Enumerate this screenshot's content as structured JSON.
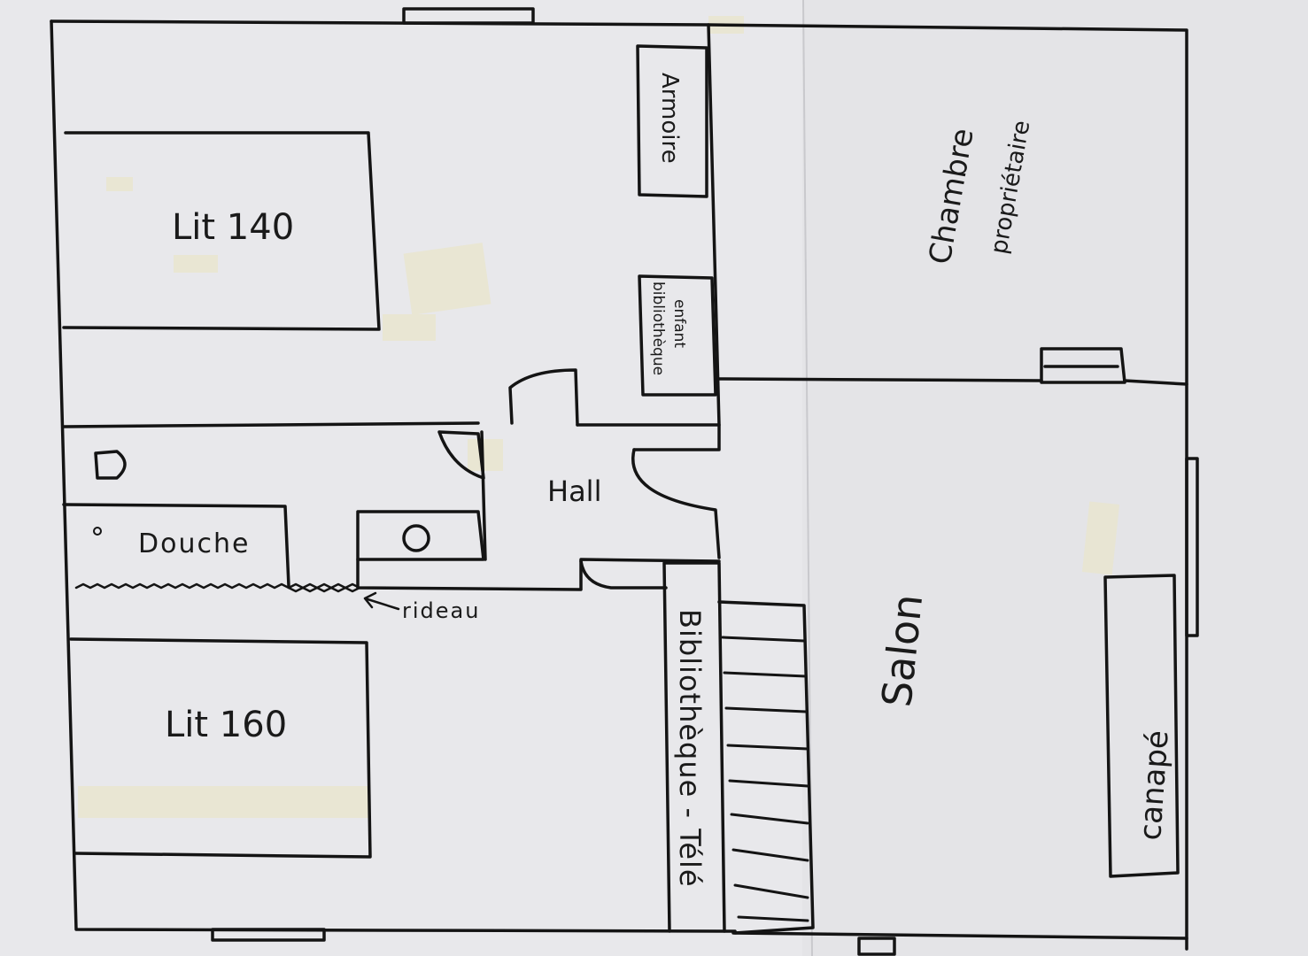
{
  "rooms": {
    "bed140": "Lit 140",
    "bed160": "Lit 160",
    "wardrobe": "Armoire",
    "kids_library": [
      "bibliothèque",
      "enfant"
    ],
    "hall": "Hall",
    "shower": "Douche",
    "curtain": "rideau",
    "library_tv": "Bibliothèque - Télé",
    "owner_bedroom": [
      "Chambre",
      "propriétaire"
    ],
    "living_room": "Salon",
    "sofa": "canapé"
  },
  "colors": {
    "ink": "#141414",
    "paper": "#e8e8eb",
    "paper_right": "#e4e4e7",
    "tape": "#e9e6cf"
  }
}
